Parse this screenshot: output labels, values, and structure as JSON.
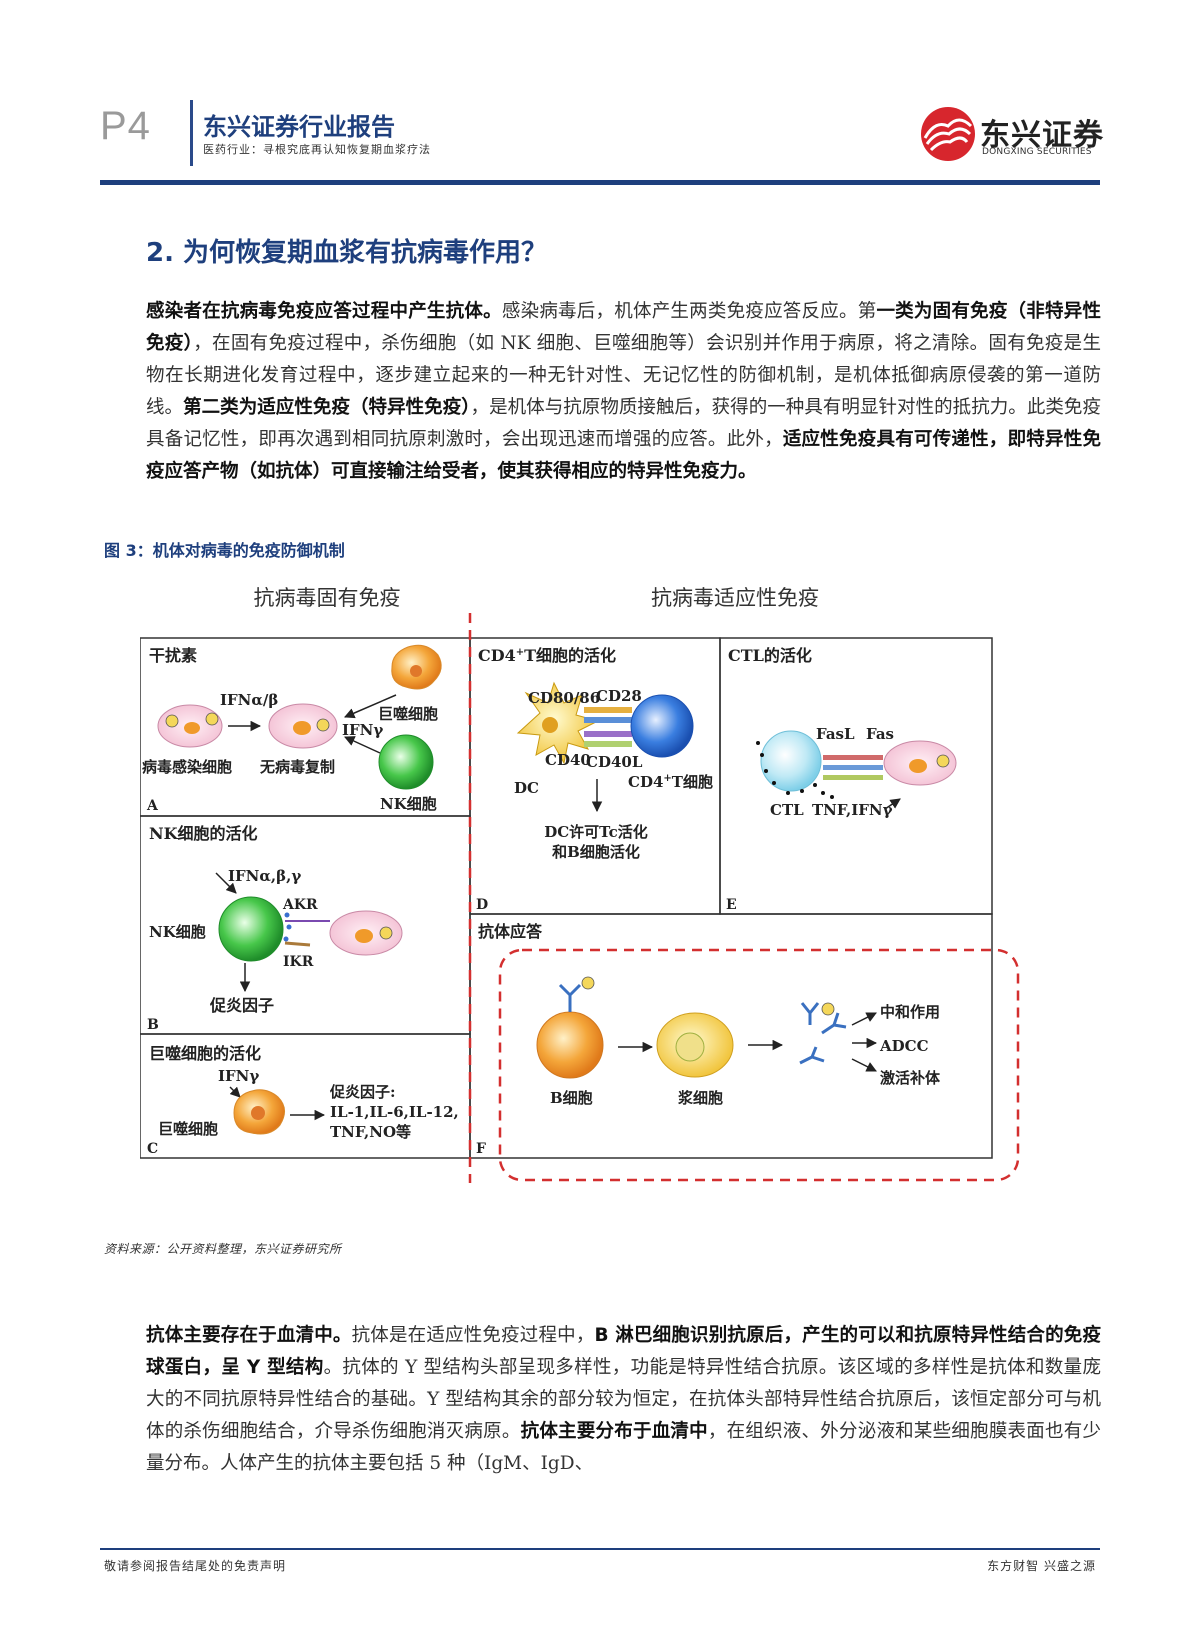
{
  "header": {
    "page_no": "P4",
    "report_title": "东兴证券行业报告",
    "report_subtitle": "医药行业：寻根究底再认知恢复期血浆疗法",
    "logo_cn": "东兴证券",
    "logo_en": "DONGXING SECURITIES"
  },
  "section_title": "2. 为何恢复期血浆有抗病毒作用？",
  "paragraph1": {
    "s1_bold": "感染者在抗病毒免疫应答过程中产生抗体。",
    "s2": "感染病毒后，机体产生两类免疫应答反应。第",
    "s3_bold": "一类为固有免疫（非特异性免疫）",
    "s4": "，在固有免疫过程中，杀伤细胞（如 NK 细胞、巨噬细胞等）会识别并作用于病原，将之清除。固有免疫是生物在长期进化发育过程中，逐步建立起来的一种无针对性、无记忆性的防御机制，是机体抵御病原侵袭的第一道防线。",
    "s5_bold": "第二类为适应性免疫（特异性免疫）",
    "s6": "，是机体与抗原物质接触后，获得的一种具有明显针对性的抵抗力。此类免疫具备记忆性，即再次遇到相同抗原刺激时，会出现迅速而增强的应答。此外，",
    "s7_bold": "适应性免疫具有可传递性，即特异性免疫应答产物（如抗体）可直接输注给受者，使其获得相应的特异性免疫力。"
  },
  "figure": {
    "caption": "图 3：机体对病毒的免疫防御机制",
    "innate_heading": "抗病毒固有免疫",
    "adaptive_heading": "抗病毒适应性免疫",
    "panelA": {
      "title": "干扰素",
      "ifn_ab": "IFNα/β",
      "ifn_g": "IFNγ",
      "macrophage": "巨噬细胞",
      "infected": "病毒感染细胞",
      "no_replication": "无病毒复制",
      "nk": "NK细胞",
      "letter": "A"
    },
    "panelB": {
      "title": "NK细胞的活化",
      "ifn": "IFNα,β,γ",
      "akr": "AKR",
      "nk": "NK细胞",
      "ikr": "IKR",
      "cytokines": "促炎因子",
      "letter": "B"
    },
    "panelC": {
      "title": "巨噬细胞的活化",
      "ifn_g": "IFNγ",
      "macrophage": "巨噬细胞",
      "out1": "促炎因子:",
      "out2": "IL-1,IL-6,IL-12,",
      "out3": "TNF,NO等",
      "letter": "C"
    },
    "panelD": {
      "title_pre": "CD4",
      "title_sup": "+",
      "title_post": "T细胞的活化",
      "cd8086": "CD80/86",
      "cd28": "CD28",
      "cd40": "CD40",
      "cd40l": "CD40L",
      "dc": "DC",
      "cd4t_pre": "CD4",
      "cd4t_sup": "+",
      "cd4t_post": "T细胞",
      "result1": "DC许可Tc活化",
      "result2": "和B细胞活化",
      "letter": "D"
    },
    "panelE": {
      "title": "CTL的活化",
      "fasl": "FasL",
      "fas": "Fas",
      "ctl": "CTL",
      "tnf": "TNF,IFNγ",
      "letter": "E"
    },
    "panelF": {
      "title": "抗体应答",
      "bcell": "B细胞",
      "plasma": "浆细胞",
      "effect1": "中和作用",
      "effect2": "ADCC",
      "effect3": "激活补体",
      "letter": "F"
    },
    "source": "资料来源：公开资料整理，东兴证券研究所"
  },
  "paragraph2": {
    "s1_bold": "抗体主要存在于血清中。",
    "s2": "抗体是在适应性免疫过程中，",
    "s3_bold": "B 淋巴细胞识别抗原后，产生的可以和抗原特异性结合的免疫球蛋白，呈 Y 型结构",
    "s4": "。抗体的 Y 型结构头部呈现多样性，功能是特异性结合抗原。该区域的多样性是抗体和数量庞大的不同抗原特异性结合的基础。Y 型结构其余的部分较为恒定，在抗体头部特异性结合抗原后，该恒定部分可与机体的杀伤细胞结合，介导杀伤细胞消灭病原。",
    "s5_bold": "抗体主要分布于血清中",
    "s6": "，在组织液、外分泌液和某些细胞膜表面也有少量分布。人体产生的抗体主要包括 5 种（IgM、IgD、"
  },
  "footer": {
    "left": "敬请参阅报告结尾处的免责声明",
    "right": "东方财智 兴盛之源"
  },
  "colors": {
    "brand_blue": "#1e3f7d",
    "brand_red": "#d7262d",
    "dashed_red": "#d32f2f"
  }
}
